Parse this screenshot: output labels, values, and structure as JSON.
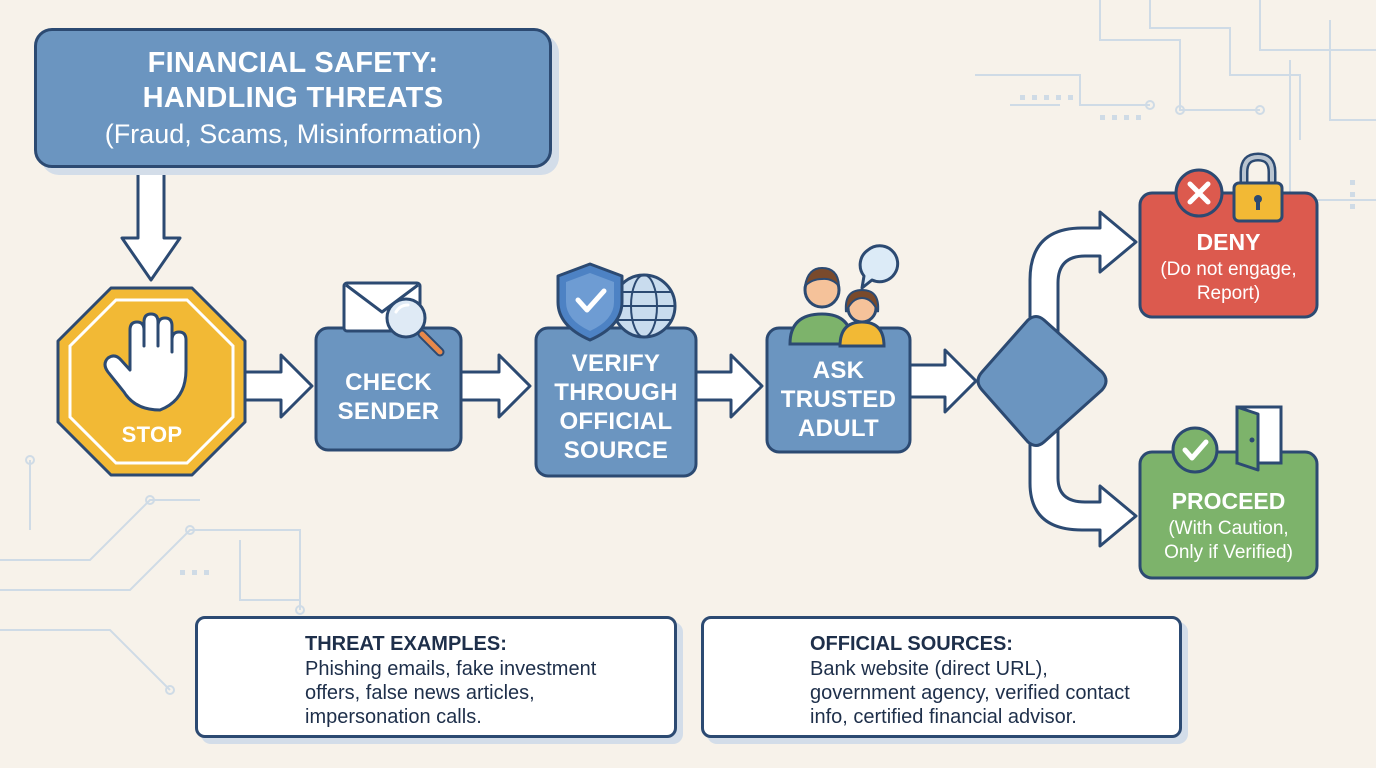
{
  "title": {
    "line1": "FINANCIAL SAFETY:",
    "line2": "HANDLING THREATS",
    "line3": "(Fraud, Scams, Misinformation)"
  },
  "steps": {
    "stop": "STOP",
    "check": [
      "CHECK",
      "SENDER"
    ],
    "verify": [
      "VERIFY",
      "THROUGH",
      "OFFICIAL",
      "SOURCE"
    ],
    "ask": [
      "ASK",
      "TRUSTED",
      "ADULT"
    ]
  },
  "outcomes": {
    "deny": {
      "title": "DENY",
      "sub": [
        "(Do not engage,",
        "Report)"
      ]
    },
    "proceed": {
      "title": "PROCEED",
      "sub": [
        "(With Caution,",
        "Only if Verified)"
      ]
    }
  },
  "info": {
    "threats": {
      "title": "THREAT EXAMPLES:",
      "lines": [
        "Phishing emails, fake investment",
        "offers, false news articles,",
        "impersonation calls."
      ]
    },
    "sources": {
      "title": "OFFICIAL SOURCES:",
      "lines": [
        "Bank website (direct URL),",
        "government agency, verified contact",
        "info, certified financial advisor."
      ]
    }
  },
  "colors": {
    "step_fill": "#6b95c0",
    "outline": "#2c4a72",
    "stop_fill": "#f2b935",
    "deny_fill": "#dc5a4e",
    "proceed_fill": "#7db36b",
    "background": "#f7f2ea"
  },
  "icons": [
    "stop-hand-icon",
    "envelope-icon",
    "magnifier-icon",
    "shield-check-icon",
    "globe-icon",
    "people-icon",
    "question-bubble-icon",
    "x-mark-icon",
    "padlock-icon",
    "checkmark-icon",
    "door-icon",
    "warning-triangle-icon",
    "lightbulb-icon"
  ]
}
